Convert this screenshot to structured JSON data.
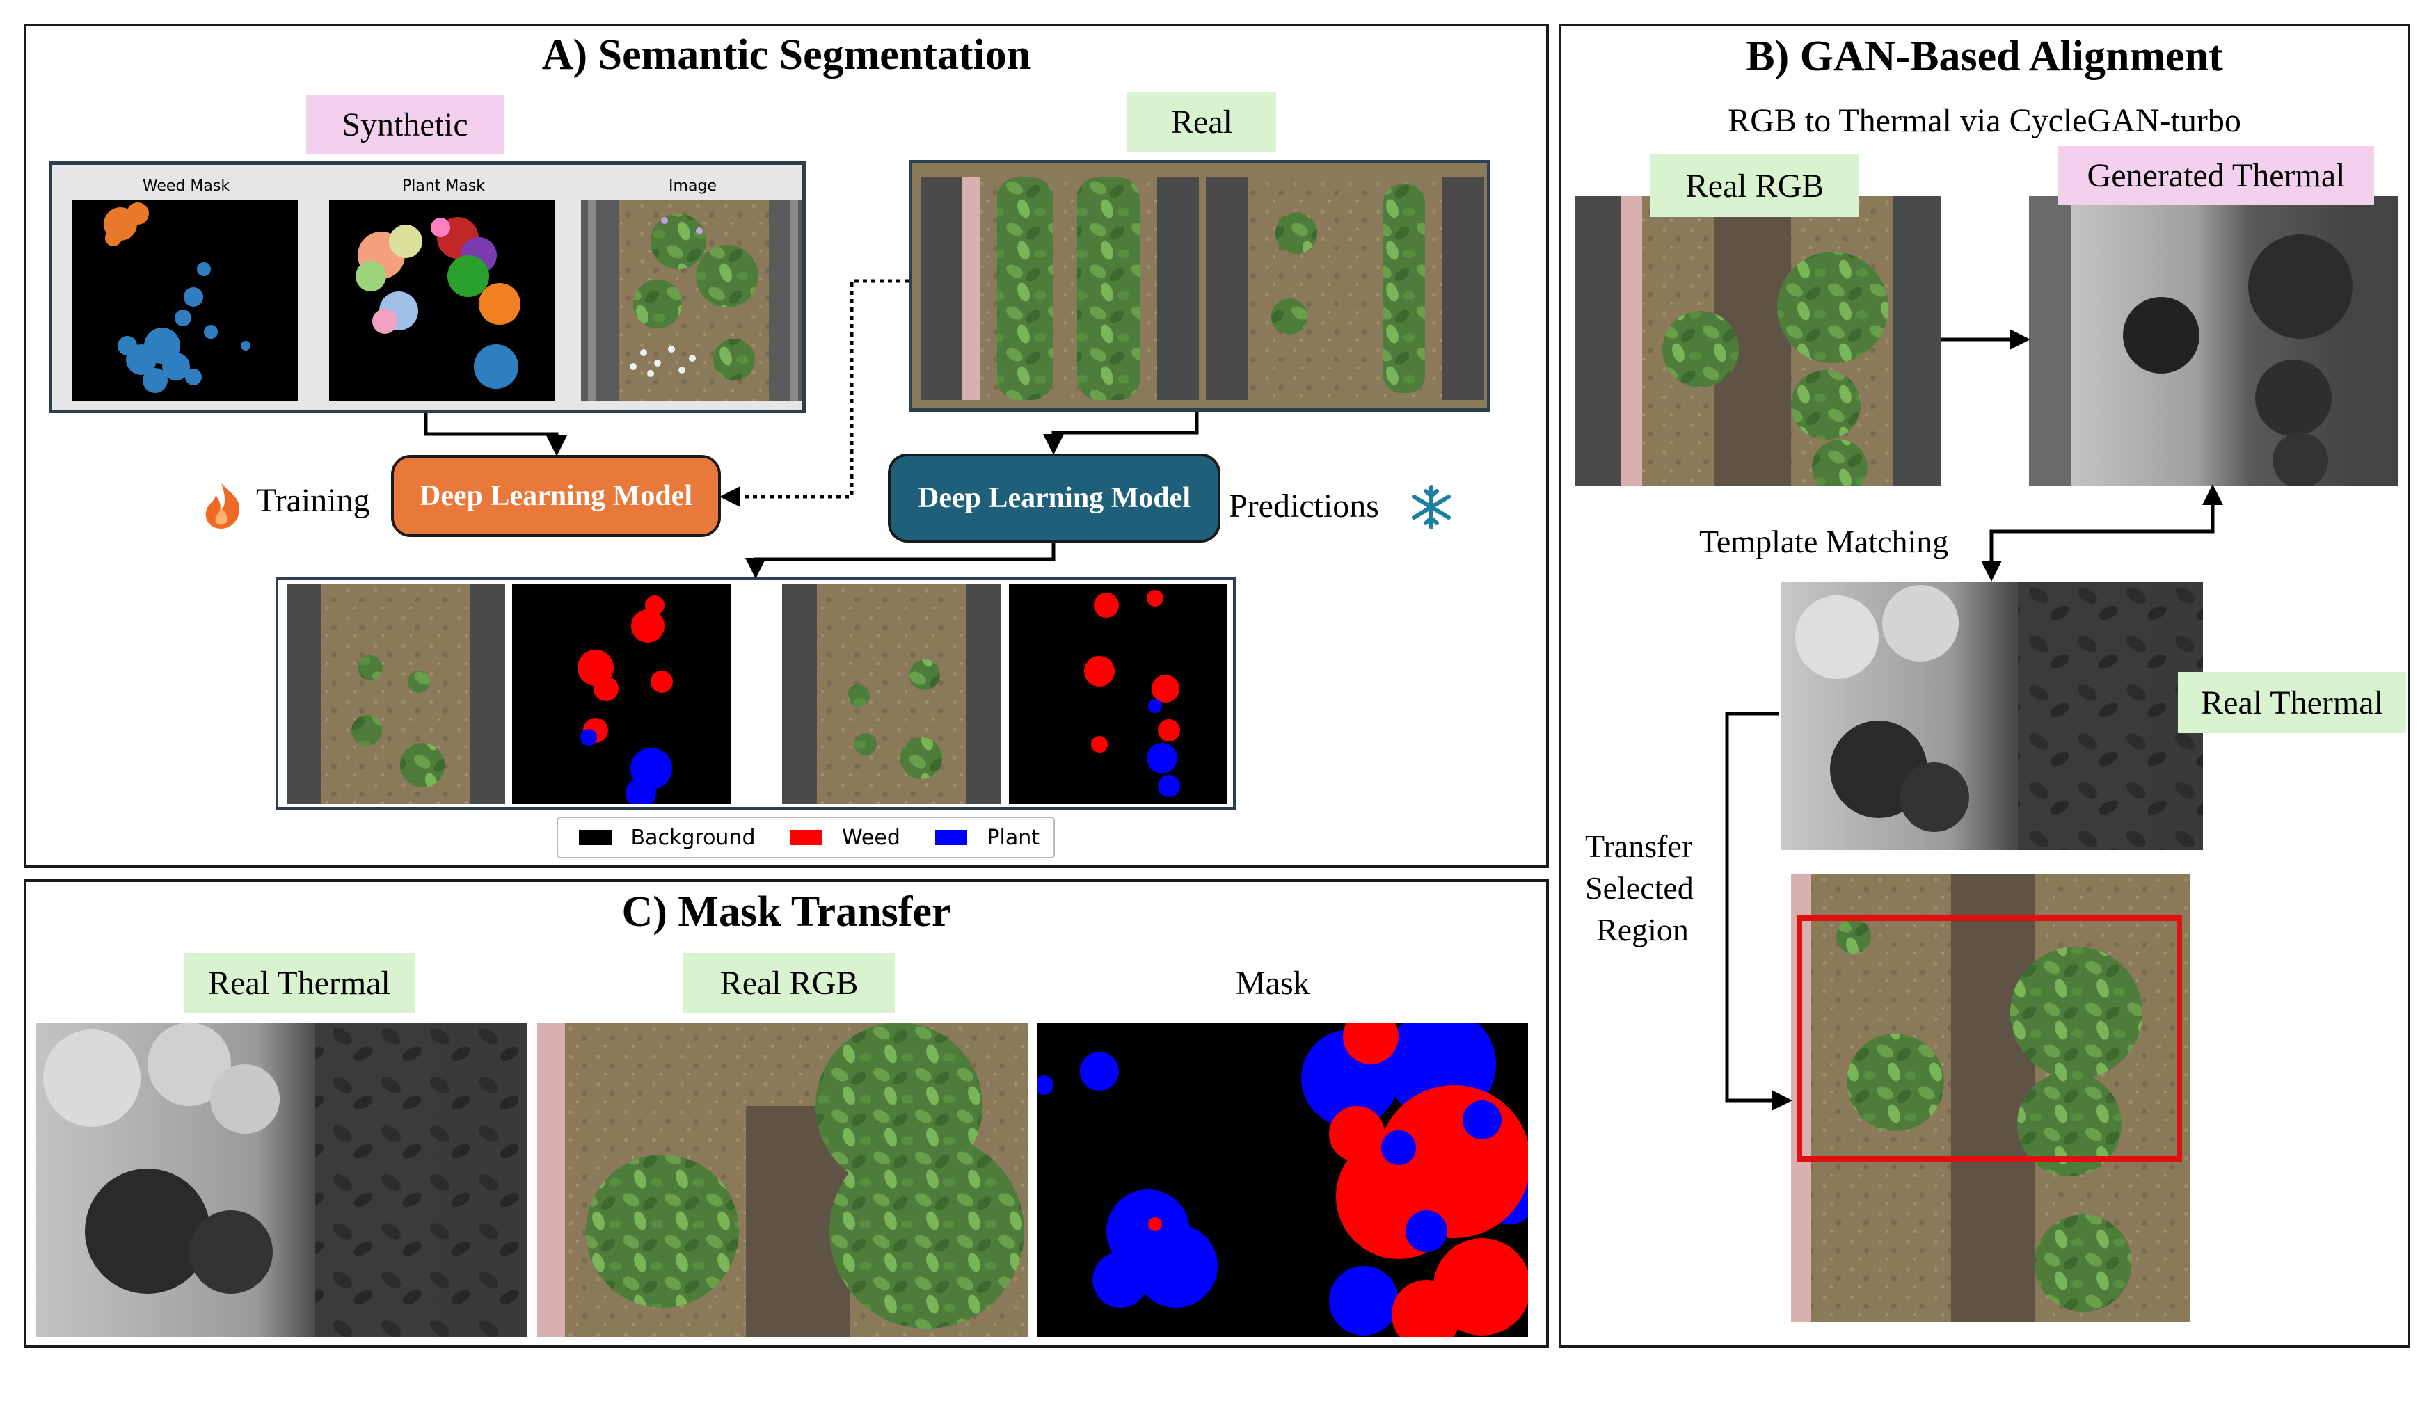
{
  "panel_a": {
    "title": "A) Semantic Segmentation",
    "synthetic_label": "Synthetic",
    "real_label": "Real",
    "synthetic_headers": [
      "Weed Mask",
      "Plant Mask",
      "Image"
    ],
    "training_label": "Training",
    "predictions_label": "Predictions",
    "train_model_label": "Deep Learning Model",
    "pred_model_label": "Deep Learning Model",
    "legend": [
      {
        "label": "Background",
        "color": "#000000"
      },
      {
        "label": "Weed",
        "color": "#ff0000"
      },
      {
        "label": "Plant",
        "color": "#0000ff"
      }
    ]
  },
  "panel_b": {
    "title": "B) GAN-Based Alignment",
    "subtitle": "RGB to Thermal via CycleGAN-turbo",
    "real_rgb_label": "Real RGB",
    "generated_thermal_label": "Generated Thermal",
    "template_matching_label": "Template Matching",
    "real_thermal_label": "Real Thermal",
    "transfer_lines": [
      "Transfer",
      "Selected",
      "Region"
    ]
  },
  "panel_c": {
    "title": "C) Mask Transfer",
    "real_thermal_label": "Real Thermal",
    "real_rgb_label": "Real RGB",
    "mask_label": "Mask"
  },
  "colors": {
    "train_model": "#e8793a",
    "pred_model": "#1f5f7a",
    "label_green": "#d9f2d0",
    "label_pink": "#f2d0ee",
    "selection_box": "#e01010"
  }
}
